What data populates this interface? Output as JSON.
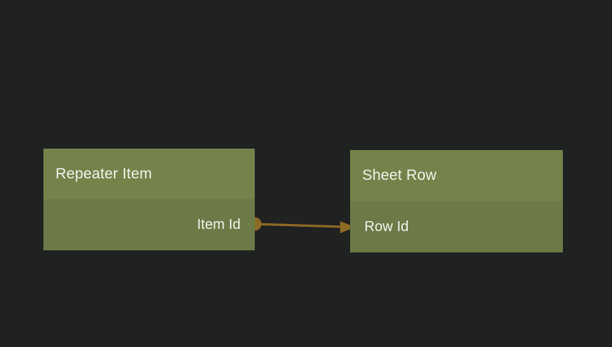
{
  "canvas": {
    "background_color": "#202121"
  },
  "nodes": [
    {
      "title": "Repeater Item",
      "fields": [
        {
          "label": "Item Id",
          "align": "right",
          "port": "output"
        }
      ]
    },
    {
      "title": "Sheet Row",
      "fields": [
        {
          "label": "Row Id",
          "align": "left",
          "port": "input"
        }
      ]
    }
  ],
  "connection": {
    "from_node": "Repeater Item",
    "from_field": "Item Id",
    "to_node": "Sheet Row",
    "to_field": "Row Id",
    "color": "#8d6a26"
  },
  "colors": {
    "canvas_background": "#202121",
    "node_header": "#73834a",
    "node_body": "#6b7a47",
    "node_text": "#f3f4ed",
    "connector": "#8d6a26"
  }
}
